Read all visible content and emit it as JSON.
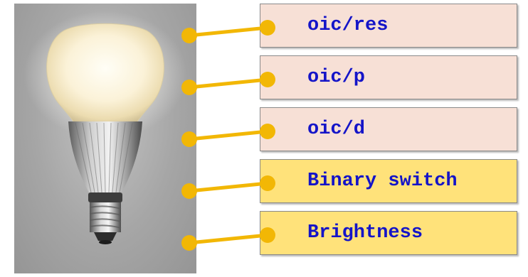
{
  "resources": [
    {
      "label": "oic/res",
      "kind": "core"
    },
    {
      "label": "oic/p",
      "kind": "core"
    },
    {
      "label": "oic/d",
      "kind": "core"
    },
    {
      "label": "Binary switch",
      "kind": "feature"
    },
    {
      "label": "Brightness",
      "kind": "feature"
    }
  ],
  "colors": {
    "core_fill": "#f7e0d6",
    "feature_fill": "#ffe27a",
    "label_text": "#1414c8",
    "connector": "#f2b705",
    "panel_background": "#a6a6a6"
  },
  "image": {
    "subject": "led-light-bulb"
  }
}
